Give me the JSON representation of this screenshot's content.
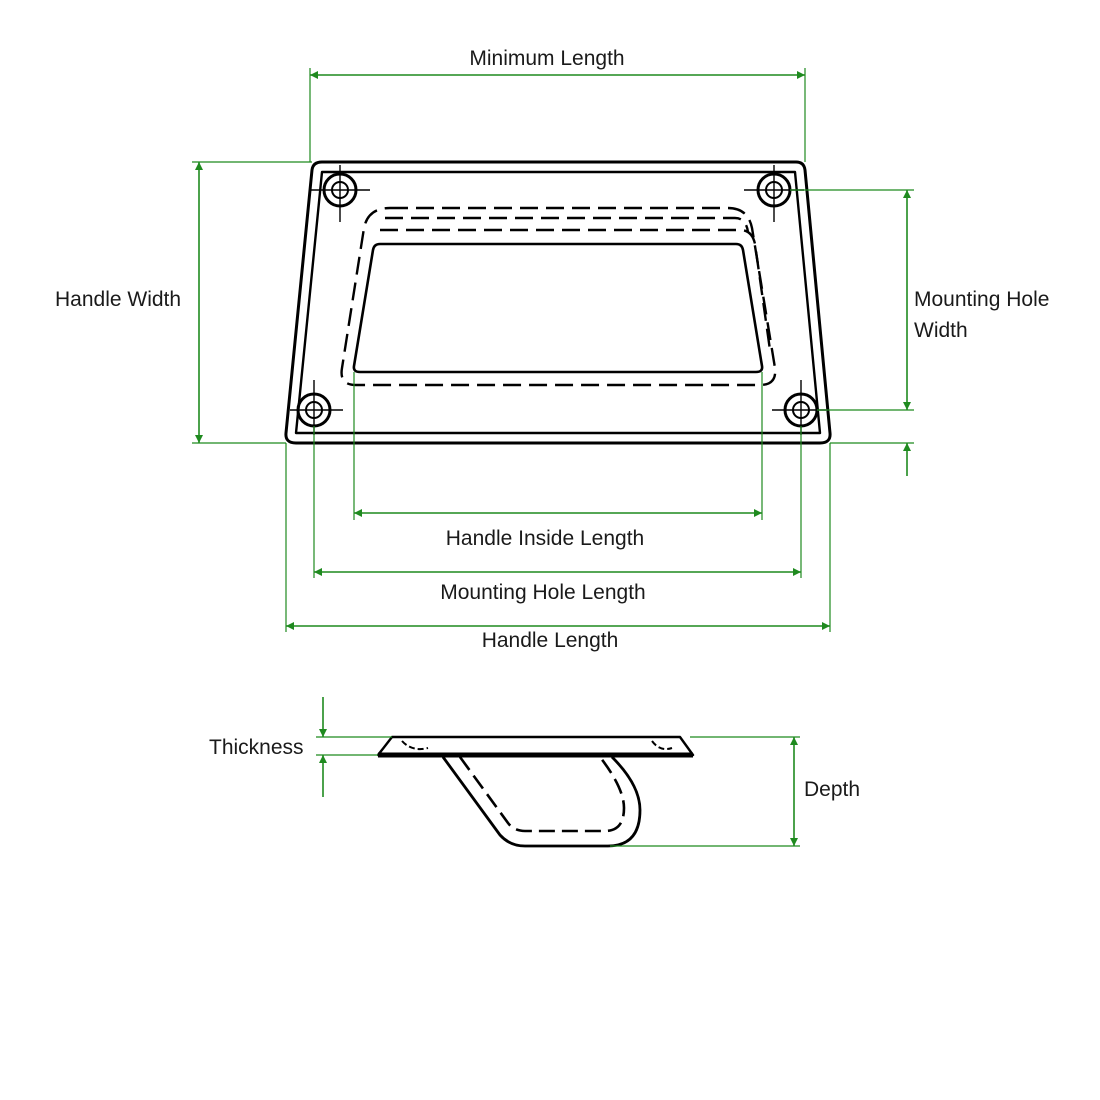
{
  "labels": {
    "minimum_length": "Minimum Length",
    "handle_width": "Handle Width",
    "mounting_hole_width_line1": "Mounting Hole",
    "mounting_hole_width_line2": "Width",
    "handle_inside_length": "Handle Inside Length",
    "mounting_hole_length": "Mounting Hole Length",
    "handle_length": "Handle Length",
    "thickness": "Thickness",
    "depth": "Depth"
  },
  "colors": {
    "dimension": "#1f8a1f",
    "object": "#000000"
  }
}
